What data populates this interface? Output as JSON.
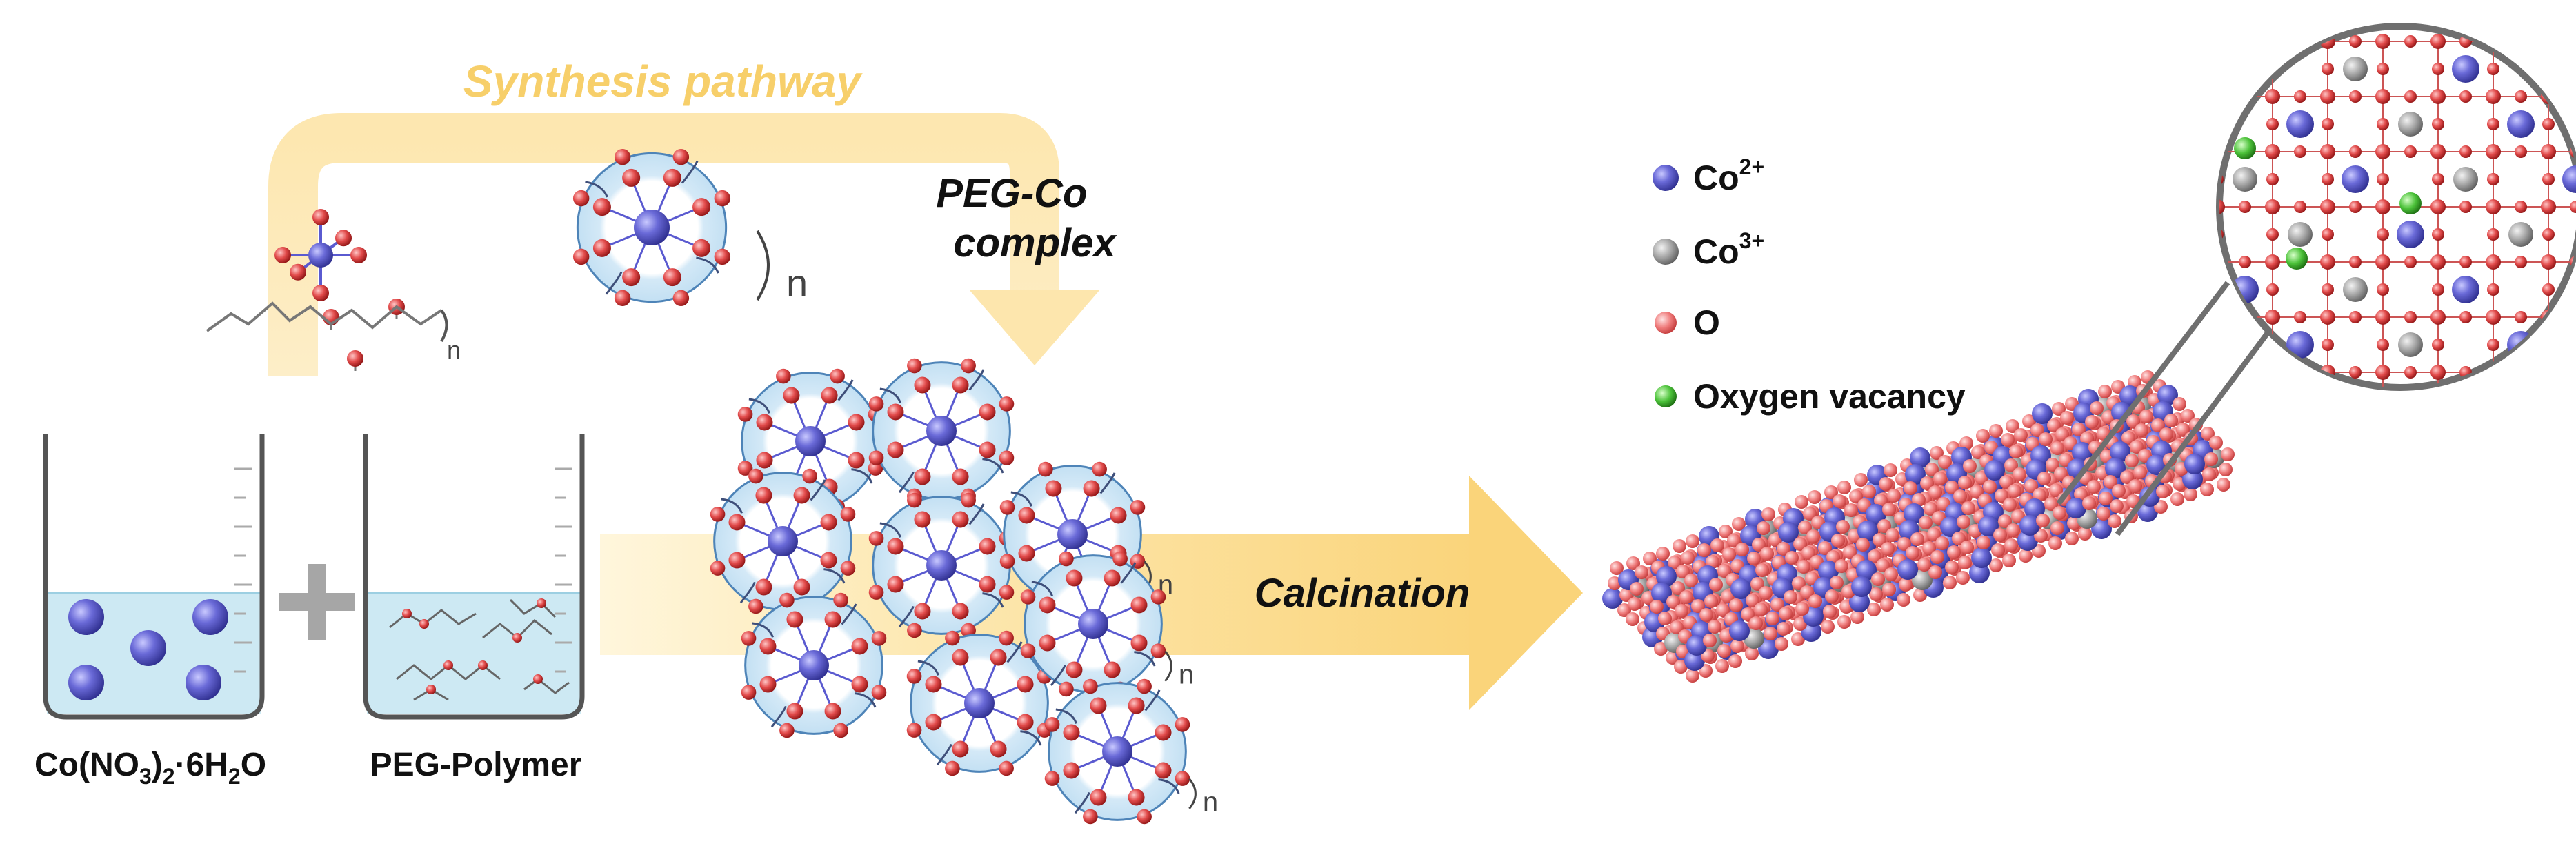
{
  "title": "Synthesis pathway",
  "steps": {
    "complex_label_line1": "PEG-Co",
    "complex_label_line2": "complex",
    "calcination_label": "Calcination",
    "repeat_n": "n"
  },
  "reagents": {
    "cobalt_salt": {
      "prefix": "Co(NO",
      "sub1": "3",
      "mid": ")",
      "sub2": "2",
      "dot_h": "·6H",
      "sub3": "2",
      "suffix": "O"
    },
    "polymer": "PEG-Polymer"
  },
  "legend": [
    {
      "label": "Co",
      "sup": "2+",
      "color": "#5a5ad0",
      "icon": "co2-atom-icon"
    },
    {
      "label": "Co",
      "sup": "3+",
      "color": "#9a9a9a",
      "icon": "co3-atom-icon"
    },
    {
      "label": "O",
      "sup": "",
      "color": "#e85a5a",
      "icon": "oxygen-atom-icon"
    },
    {
      "label": "Oxygen vacancy",
      "sup": "",
      "color": "#3fb03f",
      "icon": "vacancy-atom-icon"
    }
  ],
  "colors": {
    "pathway_arrow": "#fde7b0",
    "calcination_arrow": "#fad985",
    "title_text": "#f7cf6a",
    "cobalt": "#5a5ad0",
    "oxygen": "#d63a3a",
    "shell": "#cfe7f6",
    "liquid": "#cde9f3",
    "beaker": "#555555",
    "plus_sign": "#a6a6a6",
    "zoom_ring": "#6f6f6f"
  }
}
